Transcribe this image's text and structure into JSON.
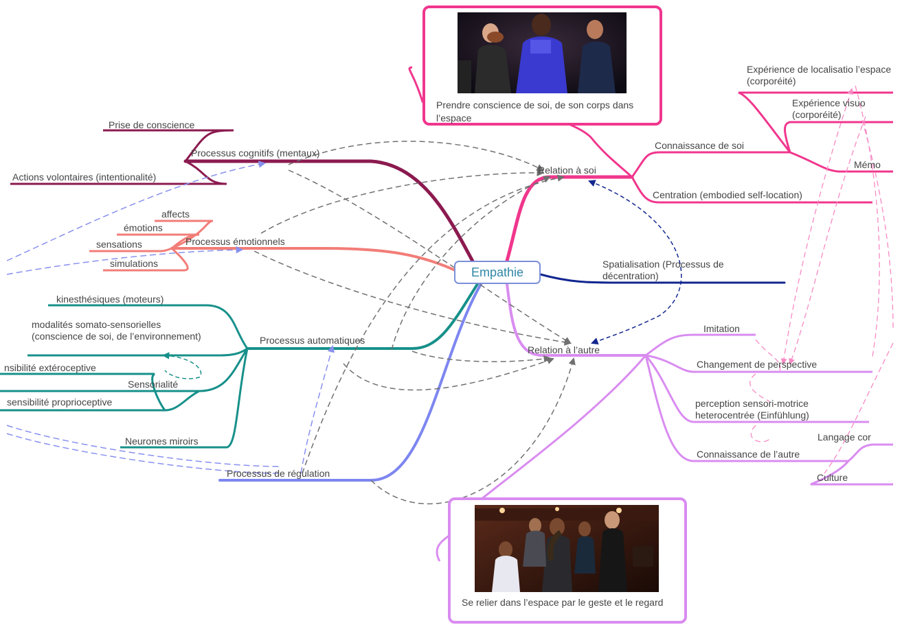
{
  "center": {
    "label": "Empathie"
  },
  "branches": {
    "cognitive": {
      "label": "Processus cognitifs (mentaux)",
      "children": [
        "Prise de conscience",
        "Actions volontaires (intentionalité)"
      ]
    },
    "emotional": {
      "label": "Processus émotionnels",
      "children": [
        "affects",
        "émotions",
        "sensations",
        "simulations"
      ]
    },
    "automatic": {
      "label": "Processus automatiques",
      "children": [
        "kinesthésiques (moteurs)",
        "modalités somato-sensorielles (conscience de soi, de l’environnement)",
        "Sensorialité",
        "nsibilité extéroceptive",
        "sensibilité proprioceptive",
        "Neurones miroirs"
      ]
    },
    "regulation": {
      "label": "Processus de régulation"
    },
    "self": {
      "label": "Relation à soi",
      "children": [
        "Connaissance de soi",
        "Centration (embodied self-location)",
        "Expérience de localisatio l’espace (corporéité)",
        "Expérience visuo (corporéité)",
        "Mémo"
      ]
    },
    "spatial": {
      "label": "Spatialisation (Processus de décentration)"
    },
    "other": {
      "label": "Relation à l’autre",
      "children": [
        "Imitation",
        "Changement de perspective",
        "perception sensori-motrice heterocentrée (Einfühlung)",
        "Connaissance de l’autre",
        "Langage cor",
        "Culture"
      ]
    }
  },
  "cards": {
    "top": {
      "caption": "Prendre conscience de soi, de son corps dans l’espace"
    },
    "bottom": {
      "caption": "Se relier dans l’espace par le geste et le regard"
    }
  },
  "colors": {
    "cognitive": "#8b1a4f",
    "emotional": "#f27d78",
    "automatic": "#17908a",
    "regulation": "#7d86f0",
    "self": "#f0368d",
    "spatial": "#12268f",
    "other": "#d98cf0",
    "dashed_grey": "#707070",
    "center_border": "#7b8fd8",
    "center_text": "#2f86a6"
  }
}
